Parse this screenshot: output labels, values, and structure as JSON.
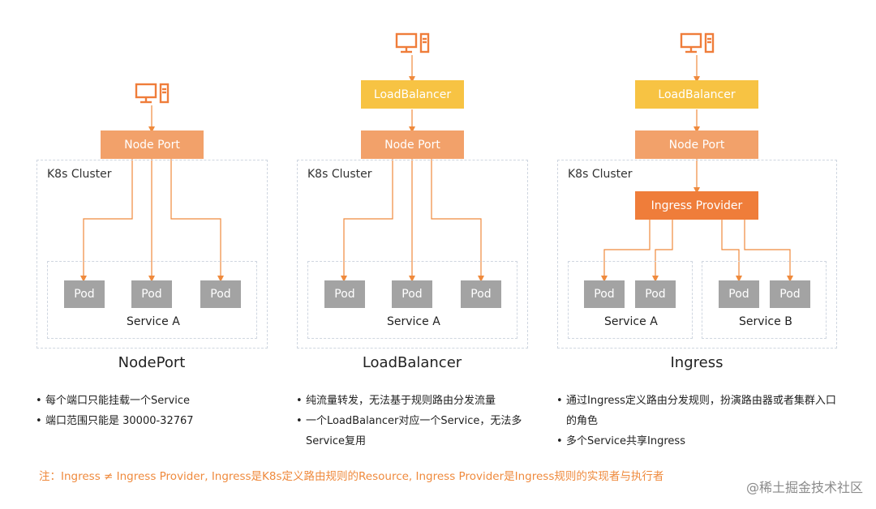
{
  "colors": {
    "arrow": "#ef8a3d",
    "nodeport_box": "#f2a16a",
    "loadbalancer_box": "#f7c343",
    "ingress_provider_box": "#ef7d3a",
    "pod": "#a3a3a3",
    "dashed_border": "#cfd6e0",
    "footnote": "#ef8a3d"
  },
  "icons": [
    "computer-icon"
  ],
  "columns": [
    {
      "title": "NodePort",
      "node_port_label": "Node Port",
      "cluster_label": "K8s Cluster",
      "pods": [
        "Pod",
        "Pod",
        "Pod"
      ],
      "service_label": "Service A",
      "notes": [
        "每个端口只能挂载一个Service",
        "端口范围只能是 30000-32767"
      ]
    },
    {
      "title": "LoadBalancer",
      "loadbalancer_label": "LoadBalancer",
      "node_port_label": "Node Port",
      "cluster_label": "K8s Cluster",
      "pods": [
        "Pod",
        "Pod",
        "Pod"
      ],
      "service_label": "Service A",
      "notes": [
        "纯流量转发，无法基于规则路由分发流量",
        "一个LoadBalancer对应一个Service，无法多Service复用"
      ]
    },
    {
      "title": "Ingress",
      "loadbalancer_label": "LoadBalancer",
      "node_port_label": "Node Port",
      "cluster_label": "K8s Cluster",
      "ingress_provider_label": "Ingress Provider",
      "pods_a": [
        "Pod",
        "Pod"
      ],
      "pods_b": [
        "Pod",
        "Pod"
      ],
      "service_a_label": "Service A",
      "service_b_label": "Service B",
      "notes": [
        "通过Ingress定义路由分发规则，扮演路由器或者集群入口的角色",
        "多个Service共享Ingress"
      ]
    }
  ],
  "footnote": "注：Ingress ≠ Ingress Provider, Ingress是K8s定义路由规则的Resource, Ingress Provider是Ingress规则的实现者与执行者",
  "watermark": "@稀土掘金技术社区"
}
